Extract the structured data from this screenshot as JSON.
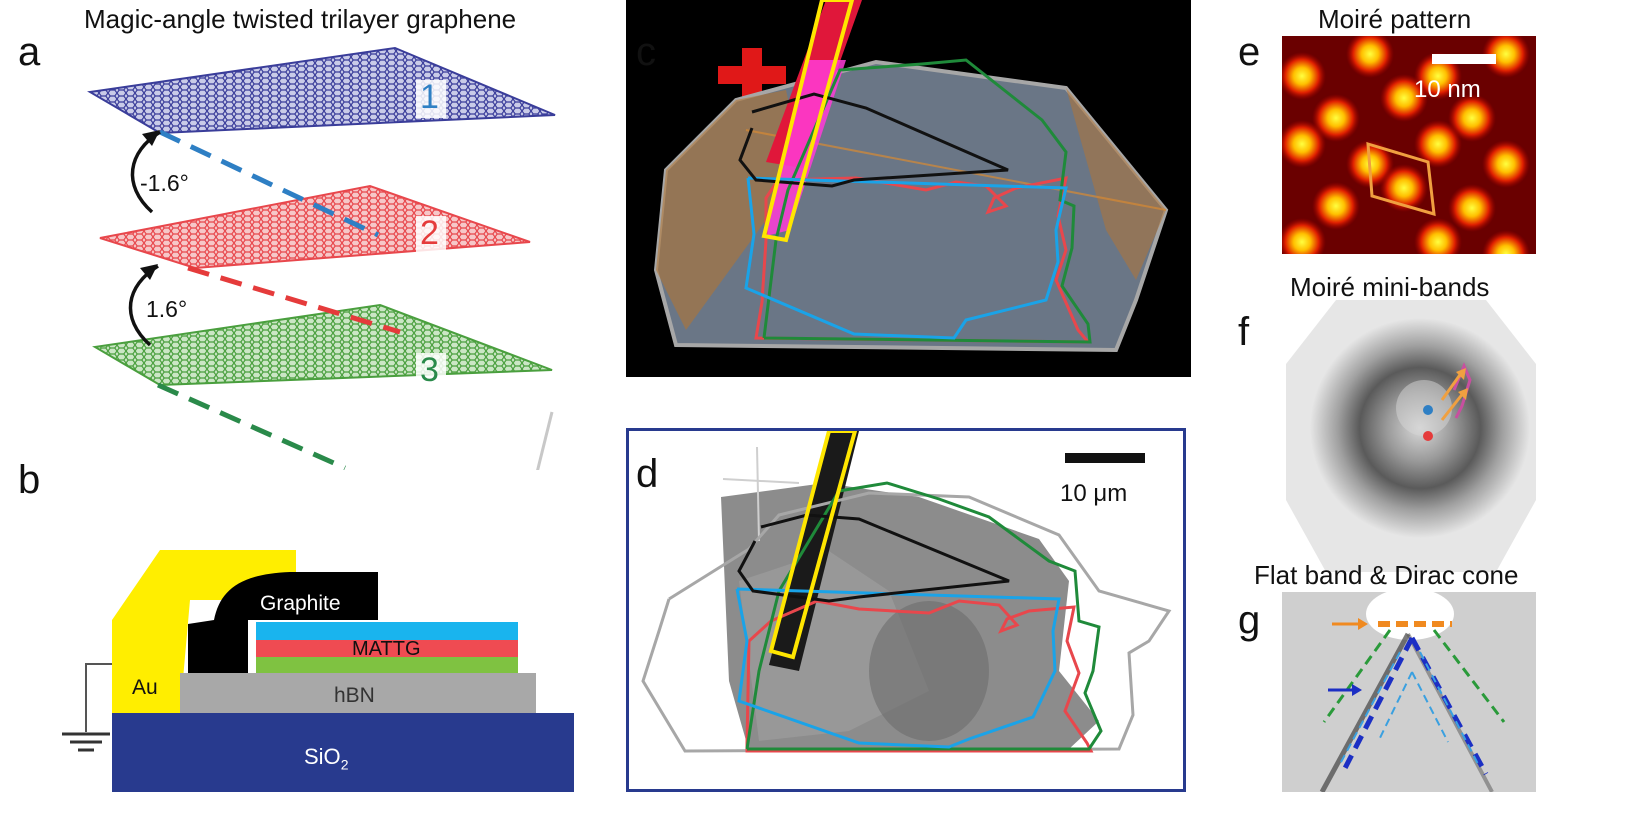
{
  "figure": {
    "panel_labels": {
      "a": "a",
      "b": "b",
      "c": "c",
      "d": "d",
      "e": "e",
      "f": "f",
      "g": "g"
    },
    "panel_a": {
      "title": "Magic-angle twisted trilayer graphene",
      "layer_numbers": [
        "1",
        "2",
        "3"
      ],
      "angle_top": "-1.6°",
      "angle_bottom": "1.6°",
      "colors": {
        "layer1": "#2d2f8f",
        "layer2": "#e8474c",
        "layer3": "#3c9b3e",
        "dash1": "#2e7fc4",
        "dash2": "#e53b3b",
        "dash3": "#2a8a4a"
      }
    },
    "panel_b": {
      "labels": {
        "au": "Au",
        "graphite": "Graphite",
        "mattg": "MATTG",
        "hbn": "hBN",
        "sio2": "SiO",
        "sio2_sub": "2"
      },
      "colors": {
        "au": "#ffee00",
        "graphite": "#000000",
        "mattg_top": "#19b4ee",
        "mattg_mid": "#ef4b52",
        "mattg_bot": "#7fc241",
        "hbn": "#a8a8a8",
        "sio2": "#283a8e"
      }
    },
    "panel_d": {
      "scale_label": "10 μm"
    },
    "panel_e": {
      "title": "Moiré pattern",
      "scale_label": "10 nm"
    },
    "panel_f": {
      "title": "Moiré mini-bands"
    },
    "panel_g": {
      "title": "Flat band & Dirac cone"
    },
    "outline_colors": {
      "black": "#111111",
      "yellow": "#ffe600",
      "green": "#1f8a3a",
      "red": "#e8474c",
      "blue": "#1aa3e8",
      "gray": "#aaaaaa"
    }
  }
}
